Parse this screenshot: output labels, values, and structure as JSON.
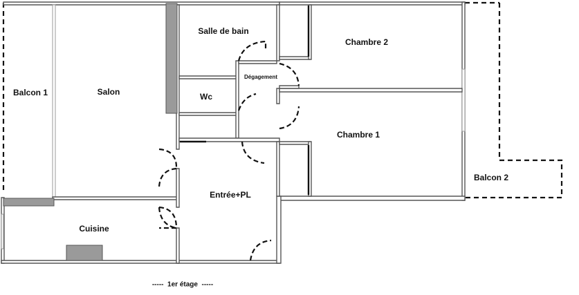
{
  "rooms": {
    "balcon1": "Balcon 1",
    "salon": "Salon",
    "salle_de_bain": "Salle de bain",
    "wc": "Wc",
    "degagement": "Dégagement",
    "chambre2": "Chambre 2",
    "chambre1": "Chambre 1",
    "balcon2": "Balcon 2",
    "entree": "Entrée+PL",
    "cuisine": "Cuisine"
  },
  "caption": "-----  1er étage  -----",
  "colors": {
    "wall_fill": "#9a9a9a",
    "line": "#111111"
  }
}
